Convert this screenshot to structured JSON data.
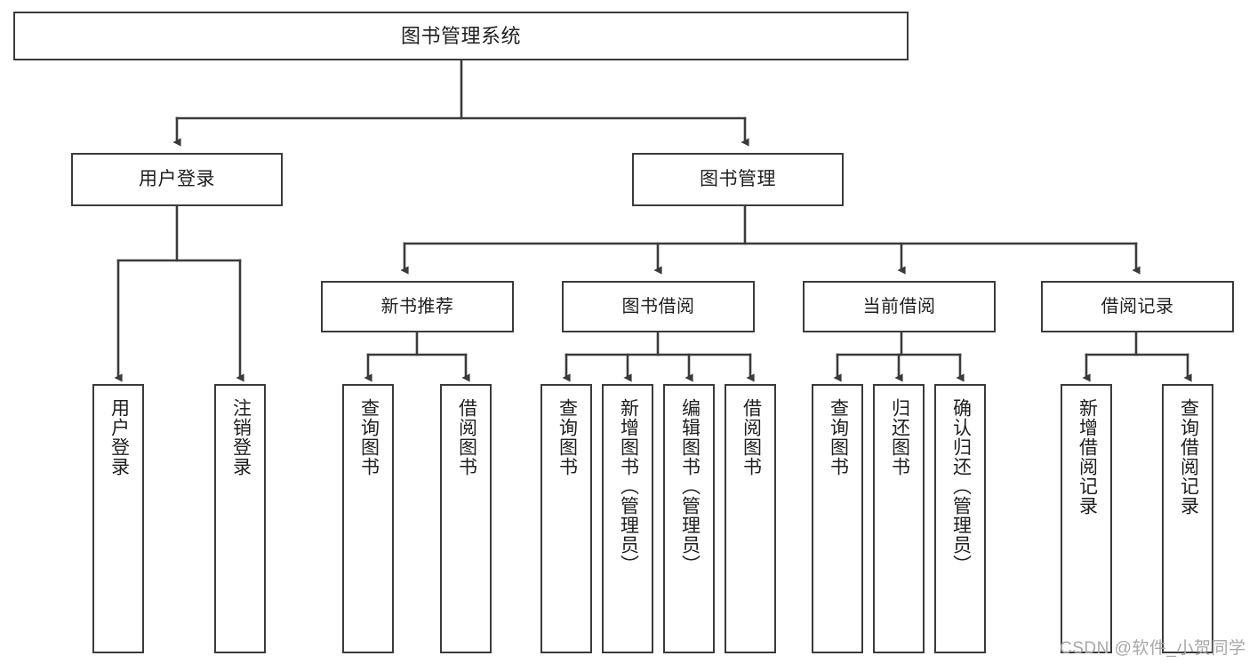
{
  "diagram": {
    "title": "图书管理系统",
    "type": "tree-hierarchy",
    "watermark": "CSDN @软件_小贺同学",
    "colors": {
      "background": "#ffffff",
      "stroke": "#3b3b3b",
      "node_fill": "#ffffff",
      "text": "#1f1f1f",
      "watermark": "#a8a8a8"
    },
    "root": {
      "label": "图书管理系统"
    },
    "level1": [
      {
        "label": "用户登录"
      },
      {
        "label": "图书管理"
      }
    ],
    "level2": [
      {
        "label": "新书推荐"
      },
      {
        "label": "图书借阅"
      },
      {
        "label": "当前借阅"
      },
      {
        "label": "借阅记录"
      }
    ],
    "leaves": {
      "user_login": [
        {
          "label": "用户登录"
        },
        {
          "label": "注销登录"
        }
      ],
      "new_book_recommend": [
        {
          "label": "查询图书"
        },
        {
          "label": "借阅图书"
        }
      ],
      "book_borrow": [
        {
          "label": "查询图书"
        },
        {
          "label": "新增图书（管理员）"
        },
        {
          "label": "编辑图书（管理员）"
        },
        {
          "label": "借阅图书"
        }
      ],
      "current_borrow": [
        {
          "label": "查询图书"
        },
        {
          "label": "归还图书"
        },
        {
          "label": "确认归还（管理员）"
        }
      ],
      "borrow_record": [
        {
          "label": "新增借阅记录"
        },
        {
          "label": "查询借阅记录"
        }
      ]
    }
  }
}
